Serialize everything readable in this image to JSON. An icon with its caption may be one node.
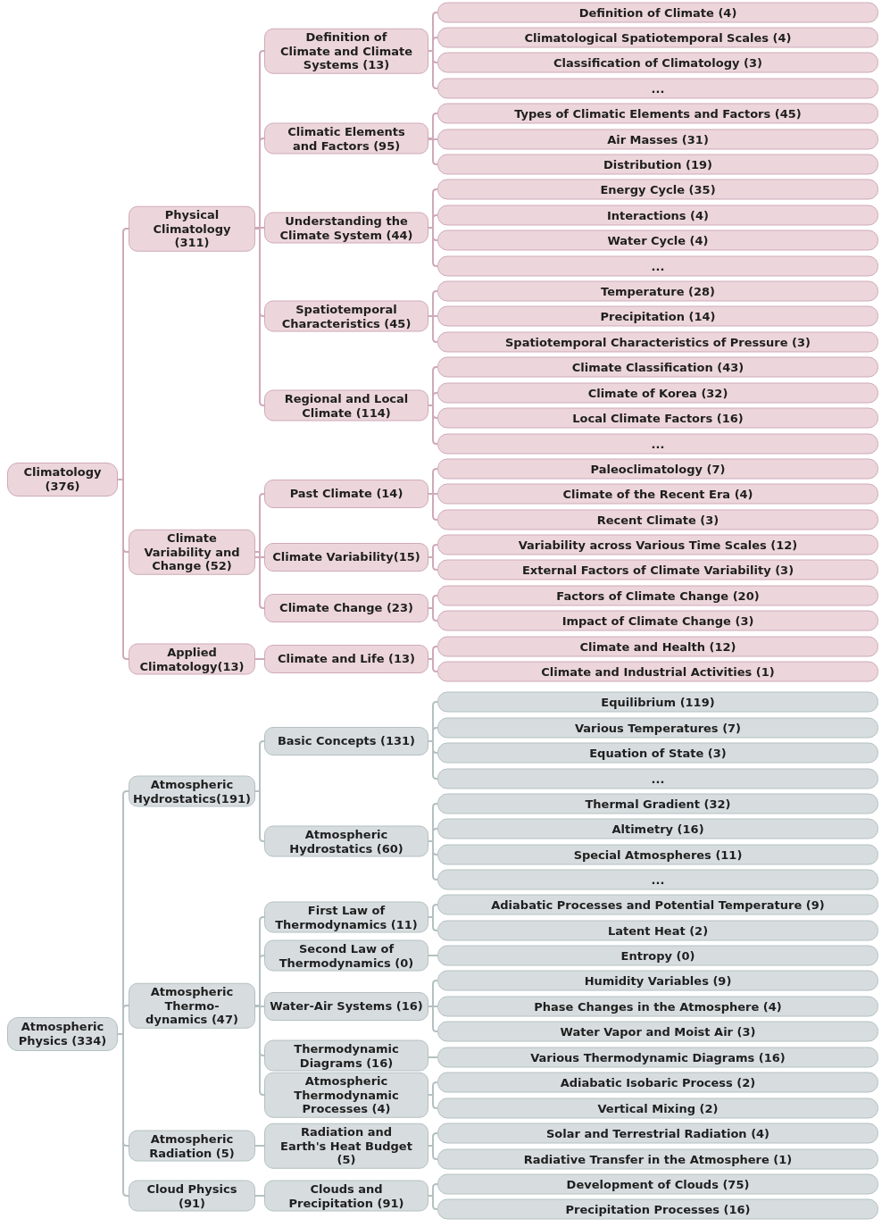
{
  "diagram": {
    "nodes": [
      {
        "text": [
          "Climatology (376)"
        ]
      },
      {
        "text": [
          "Physical Climatology (311)"
        ]
      },
      {
        "text": [
          "Definition of Climate and Climate Systems (13)"
        ]
      },
      {
        "text": [
          "Definition of Climate (4)"
        ]
      },
      {
        "text": [
          "Climatological Spatiotemporal Scales (4)"
        ]
      },
      {
        "text": [
          "Classification of Climatology (3)"
        ]
      },
      {
        "text": [
          "..."
        ]
      },
      {
        "text": [
          "Climatic Elements and Factors (95)"
        ]
      },
      {
        "text": [
          "Types of Climatic Elements and Factors (45)"
        ]
      },
      {
        "text": [
          "Air Masses (31)"
        ]
      },
      {
        "text": [
          "Distribution (19)"
        ]
      },
      {
        "text": [
          "Understanding the Climate System (44)"
        ]
      },
      {
        "text": [
          "Energy Cycle (35)"
        ]
      },
      {
        "text": [
          "Interactions (4)"
        ]
      },
      {
        "text": [
          "Water Cycle (4)"
        ]
      },
      {
        "text": [
          "..."
        ]
      },
      {
        "text": [
          "Spatiotemporal Characteristics (45)"
        ]
      },
      {
        "text": [
          "Temperature (28)"
        ]
      },
      {
        "text": [
          "Precipitation (14)"
        ]
      },
      {
        "text": [
          "Spatiotemporal Characteristics of Pressure (3)"
        ]
      },
      {
        "text": [
          "Regional and Local Climate (114)"
        ]
      },
      {
        "text": [
          "Climate Classification (43)"
        ]
      },
      {
        "text": [
          "Climate of Korea (32)"
        ]
      },
      {
        "text": [
          "Local Climate Factors (16)"
        ]
      },
      {
        "text": [
          "..."
        ]
      },
      {
        "text": [
          "Climate Variability and Change (52)"
        ]
      },
      {
        "text": [
          "Past Climate (14)"
        ]
      },
      {
        "text": [
          "Paleoclimatology (7)"
        ]
      },
      {
        "text": [
          "Climate of the Recent Era (4)"
        ]
      },
      {
        "text": [
          "Recent Climate (3)"
        ]
      },
      {
        "text": [
          "Climate Variability(15)"
        ]
      },
      {
        "text": [
          "Variability across Various Time Scales (12)"
        ]
      },
      {
        "text": [
          "External Factors of Climate Variability (3)"
        ]
      },
      {
        "text": [
          "Climate Change (23)"
        ]
      },
      {
        "text": [
          "Factors of Climate Change (20)"
        ]
      },
      {
        "text": [
          "Impact of Climate Change (3)"
        ]
      },
      {
        "text": [
          "Applied Climatology(13)"
        ]
      },
      {
        "text": [
          "Climate and Life (13)"
        ]
      },
      {
        "text": [
          "Climate and Health (12)"
        ]
      },
      {
        "text": [
          "Climate and Industrial Activities (1)"
        ]
      },
      {
        "text": [
          "Atmospheric Physics (334)"
        ]
      },
      {
        "text": [
          "Atmospheric Hydrostatics(191)"
        ]
      },
      {
        "text": [
          "Basic Concepts (131)"
        ]
      },
      {
        "text": [
          "Equilibrium (119)"
        ]
      },
      {
        "text": [
          "Various Temperatures (7)"
        ]
      },
      {
        "text": [
          "Equation of State (3)"
        ]
      },
      {
        "text": [
          "..."
        ]
      },
      {
        "text": [
          "Atmospheric Hydrostatics (60)"
        ]
      },
      {
        "text": [
          "Thermal Gradient (32)"
        ]
      },
      {
        "text": [
          "Altimetry (16)"
        ]
      },
      {
        "text": [
          "Special Atmospheres (11)"
        ]
      },
      {
        "text": [
          "..."
        ]
      },
      {
        "text": [
          "Atmospheric Thermo-dynamics (47)"
        ]
      },
      {
        "text": [
          "First Law of Thermodynamics (11)"
        ]
      },
      {
        "text": [
          "Adiabatic Processes and Potential Temperature (9)"
        ]
      },
      {
        "text": [
          "Latent Heat (2)"
        ]
      },
      {
        "text": [
          "Second Law of Thermodynamics (0)"
        ]
      },
      {
        "text": [
          "Entropy (0)"
        ]
      },
      {
        "text": [
          "Water-Air Systems (16)"
        ]
      },
      {
        "text": [
          "Humidity Variables (9)"
        ]
      },
      {
        "text": [
          "Phase Changes in the Atmosphere (4)"
        ]
      },
      {
        "text": [
          "Water Vapor and Moist Air (3)"
        ]
      },
      {
        "text": [
          "Thermodynamic Diagrams (16)"
        ]
      },
      {
        "text": [
          "Various Thermodynamic Diagrams (16)"
        ]
      },
      {
        "text": [
          "Atmospheric Thermodynamic Processes (4)"
        ]
      },
      {
        "text": [
          "Adiabatic Isobaric Process (2)"
        ]
      },
      {
        "text": [
          "Vertical Mixing (2)"
        ]
      },
      {
        "text": [
          "Atmospheric Radiation (5)"
        ]
      },
      {
        "text": [
          "Radiation and Earth's Heat Budget (5)"
        ]
      },
      {
        "text": [
          "Solar and Terrestrial Radiation (4)"
        ]
      },
      {
        "text": [
          "Radiative Transfer in the Atmosphere (1)"
        ]
      },
      {
        "text": [
          "Cloud Physics (91)"
        ]
      },
      {
        "text": [
          "Clouds and Precipitation (91)"
        ]
      },
      {
        "text": [
          "Development of Clouds (75)"
        ]
      },
      {
        "text": [
          "Precipitation Processes (16)"
        ]
      }
    ],
    "edges": [
      {
        "from": 0,
        "to": 1,
        "arrow": "none"
      },
      {
        "from": 1,
        "to": 2,
        "arrow": "none"
      },
      {
        "from": 2,
        "to": 3,
        "arrow": "none"
      },
      {
        "from": 2,
        "to": 4,
        "arrow": "none"
      },
      {
        "from": 2,
        "to": 5,
        "arrow": "none"
      },
      {
        "from": 2,
        "to": 6,
        "arrow": "none"
      },
      {
        "from": 1,
        "to": 7,
        "arrow": "none"
      },
      {
        "from": 7,
        "to": 8,
        "arrow": "none"
      },
      {
        "from": 7,
        "to": 9,
        "arrow": "none"
      },
      {
        "from": 7,
        "to": 10,
        "arrow": "none"
      },
      {
        "from": 1,
        "to": 11,
        "arrow": "none"
      },
      {
        "from": 11,
        "to": 12,
        "arrow": "none"
      },
      {
        "from": 11,
        "to": 13,
        "arrow": "none"
      },
      {
        "from": 11,
        "to": 14,
        "arrow": "none"
      },
      {
        "from": 11,
        "to": 15,
        "arrow": "none"
      },
      {
        "from": 1,
        "to": 16,
        "arrow": "none"
      },
      {
        "from": 16,
        "to": 17,
        "arrow": "none"
      },
      {
        "from": 16,
        "to": 18,
        "arrow": "none"
      },
      {
        "from": 16,
        "to": 19,
        "arrow": "none"
      },
      {
        "from": 1,
        "to": 20,
        "arrow": "none"
      },
      {
        "from": 20,
        "to": 21,
        "arrow": "none"
      },
      {
        "from": 20,
        "to": 22,
        "arrow": "none"
      },
      {
        "from": 20,
        "to": 23,
        "arrow": "none"
      },
      {
        "from": 20,
        "to": 24,
        "arrow": "none"
      },
      {
        "from": 0,
        "to": 25,
        "arrow": "none"
      },
      {
        "from": 25,
        "to": 26,
        "arrow": "none"
      },
      {
        "from": 26,
        "to": 27,
        "arrow": "none"
      },
      {
        "from": 26,
        "to": 28,
        "arrow": "none"
      },
      {
        "from": 26,
        "to": 29,
        "arrow": "none"
      },
      {
        "from": 25,
        "to": 30,
        "arrow": "none"
      },
      {
        "from": 30,
        "to": 31,
        "arrow": "none"
      },
      {
        "from": 30,
        "to": 32,
        "arrow": "none"
      },
      {
        "from": 25,
        "to": 33,
        "arrow": "none"
      },
      {
        "from": 33,
        "to": 34,
        "arrow": "none"
      },
      {
        "from": 33,
        "to": 35,
        "arrow": "none"
      },
      {
        "from": 0,
        "to": 36,
        "arrow": "none"
      },
      {
        "from": 36,
        "to": 37,
        "arrow": "none"
      },
      {
        "from": 37,
        "to": 38,
        "arrow": "none"
      },
      {
        "from": 37,
        "to": 39,
        "arrow": "none"
      },
      {
        "from": 40,
        "to": 41,
        "arrow": "none",
        "color": "#b4c0c1"
      },
      {
        "from": 41,
        "to": 42,
        "arrow": "none",
        "color": "#b4c0c1"
      },
      {
        "from": 42,
        "to": 43,
        "arrow": "none",
        "color": "#b4c0c1"
      },
      {
        "from": 42,
        "to": 44,
        "arrow": "none",
        "color": "#b4c0c1"
      },
      {
        "from": 42,
        "to": 45,
        "arrow": "none",
        "color": "#b4c0c1"
      },
      {
        "from": 42,
        "to": 46,
        "arrow": "none",
        "color": "#b4c0c1"
      },
      {
        "from": 41,
        "to": 47,
        "arrow": "none",
        "color": "#b4c0c1"
      },
      {
        "from": 47,
        "to": 48,
        "arrow": "none",
        "color": "#b4c0c1"
      },
      {
        "from": 47,
        "to": 49,
        "arrow": "none",
        "color": "#b4c0c1"
      },
      {
        "from": 47,
        "to": 50,
        "arrow": "none",
        "color": "#b4c0c1"
      },
      {
        "from": 47,
        "to": 51,
        "arrow": "none",
        "color": "#b4c0c1"
      },
      {
        "from": 40,
        "to": 52,
        "arrow": "none",
        "color": "#b4c0c1"
      },
      {
        "from": 52,
        "to": 53,
        "arrow": "none",
        "color": "#b4c0c1"
      },
      {
        "from": 53,
        "to": 54,
        "arrow": "none",
        "color": "#b4c0c1"
      },
      {
        "from": 53,
        "to": 55,
        "arrow": "none",
        "color": "#b4c0c1"
      },
      {
        "from": 52,
        "to": 56,
        "arrow": "none",
        "color": "#b4c0c1"
      },
      {
        "from": 56,
        "to": 57,
        "arrow": "none",
        "color": "#b4c0c1"
      },
      {
        "from": 52,
        "to": 58,
        "arrow": "none",
        "color": "#b4c0c1"
      },
      {
        "from": 58,
        "to": 59,
        "arrow": "none",
        "color": "#b4c0c1"
      },
      {
        "from": 58,
        "to": 60,
        "arrow": "none",
        "color": "#b4c0c1"
      },
      {
        "from": 58,
        "to": 61,
        "arrow": "none",
        "color": "#b4c0c1"
      },
      {
        "from": 52,
        "to": 62,
        "arrow": "none",
        "color": "#b4c0c1"
      },
      {
        "from": 62,
        "to": 63,
        "arrow": "none",
        "color": "#b4c0c1"
      },
      {
        "from": 52,
        "to": 64,
        "arrow": "none",
        "color": "#b4c0c1"
      },
      {
        "from": 64,
        "to": 65,
        "arrow": "none",
        "color": "#b4c0c1"
      },
      {
        "from": 64,
        "to": 66,
        "arrow": "none",
        "color": "#b4c0c1"
      },
      {
        "from": 40,
        "to": 67,
        "arrow": "none",
        "color": "#b4c0c1"
      },
      {
        "from": 67,
        "to": 68,
        "arrow": "none",
        "color": "#b4c0c1"
      },
      {
        "from": 68,
        "to": 69,
        "arrow": "none",
        "color": "#b4c0c1"
      },
      {
        "from": 68,
        "to": 70,
        "arrow": "none",
        "color": "#b4c0c1"
      },
      {
        "from": 40,
        "to": 71,
        "arrow": "none",
        "color": "#b4c0c1"
      },
      {
        "from": 71,
        "to": 72,
        "arrow": "none",
        "color": "#b4c0c1"
      },
      {
        "from": 72,
        "to": 73,
        "arrow": "none",
        "color": "#b4c0c1"
      },
      {
        "from": 72,
        "to": 74,
        "arrow": "none",
        "color": "#b4c0c1"
      }
    ]
  }
}
